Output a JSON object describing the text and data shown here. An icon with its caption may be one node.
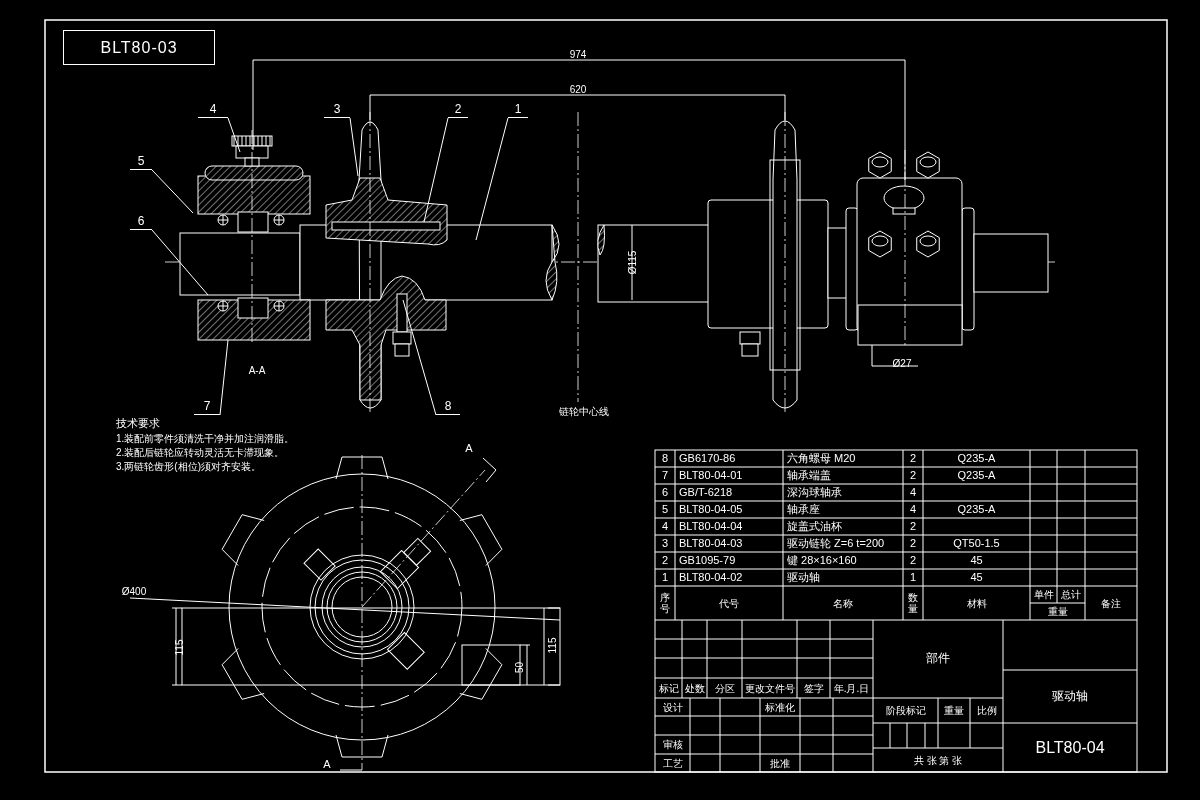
{
  "diagram": {
    "nodes": [
      {
        "text": [
          "BLT80-03"
        ]
      },
      {
        "text": [
          "4"
        ]
      },
      {
        "text": [
          "3"
        ]
      },
      {
        "text": [
          "2"
        ]
      },
      {
        "text": [
          "1"
        ]
      },
      {
        "text": [
          "5"
        ]
      },
      {
        "text": [
          "6"
        ]
      },
      {
        "text": [
          "7"
        ]
      },
      {
        "text": [
          "8"
        ]
      }
    ],
    "edges": [
      {
        "from": 1,
        "to": null,
        "arrow": "none"
      },
      {
        "from": 2,
        "to": null,
        "arrow": "none"
      },
      {
        "from": 3,
        "to": null,
        "arrow": "none"
      },
      {
        "from": 4,
        "to": null,
        "arrow": "none"
      },
      {
        "from": 5,
        "to": null,
        "arrow": "none"
      },
      {
        "from": 6,
        "to": null,
        "arrow": "none"
      },
      {
        "from": 7,
        "to": null,
        "arrow": "none"
      },
      {
        "from": 8,
        "to": null,
        "arrow": "none"
      }
    ],
    "labels": [
      "974",
      "620",
      "Ø115",
      "A-A",
      "Ø27",
      "链轮中心线",
      "技术要求",
      "1.装配前零件须清洗干净并加注润滑脂。",
      "2.装配后链轮应转动灵活无卡滞现象。",
      "3.两链轮齿形(相位)须对齐安装。",
      "A",
      "Ø400",
      "115",
      "115",
      "50",
      "A",
      "8",
      "GB6170-86",
      "六角螺母 M20",
      "2",
      "Q235-A",
      "7",
      "BLT80-04-01",
      "轴承端盖",
      "2",
      "Q235-A",
      "6",
      "GB/T-6218",
      "深沟球轴承",
      "4",
      "5",
      "BLT80-04-05",
      "轴承座",
      "4",
      "Q235-A",
      "4",
      "BLT80-04-04",
      "旋盖式油杯",
      "2",
      "3",
      "BLT80-04-03",
      "驱动链轮 Z=6 t=200",
      "2",
      "QT50-1.5",
      "2",
      "GB1095-79",
      "键 28×16×160",
      "2",
      "45",
      "1",
      "BLT80-04-02",
      "驱动轴",
      "1",
      "45",
      "序号",
      "代号",
      "名称",
      "数量",
      "材料",
      "单件",
      "总计",
      "重量",
      "备注",
      "部件",
      "标记",
      "处数",
      "分区",
      "更改文件号",
      "签字",
      "年.月.日",
      "驱动轴",
      "设计",
      "标准化",
      "阶段标记",
      "重量",
      "比例",
      "审核",
      "BLT80-04",
      "工艺",
      "批准",
      "共 张 第 张"
    ]
  }
}
